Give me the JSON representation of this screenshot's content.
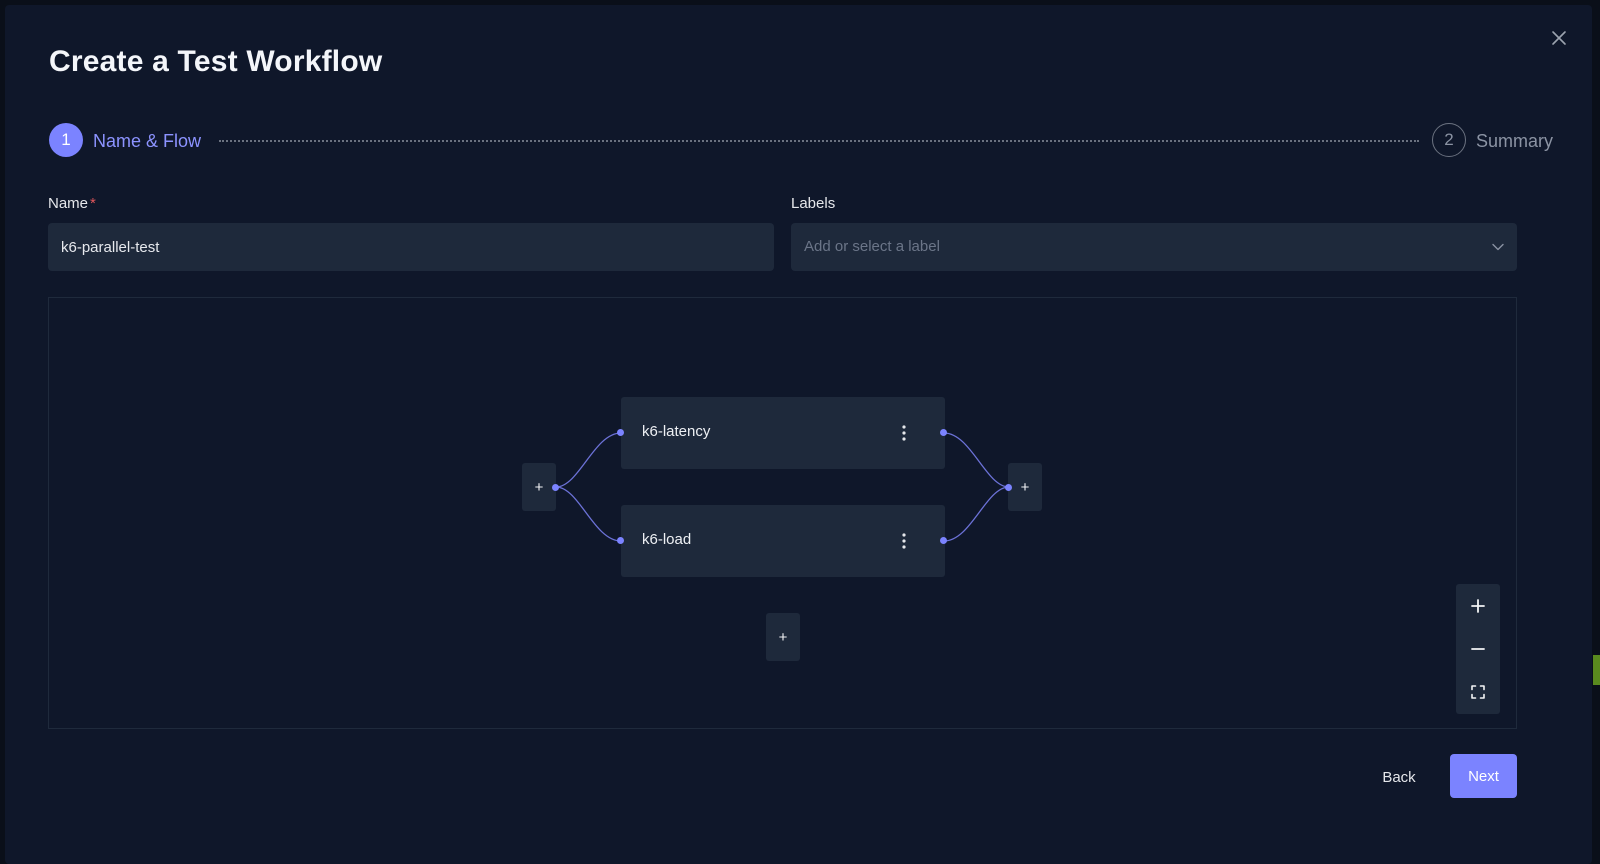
{
  "modal": {
    "title": "Create a Test Workflow",
    "close_icon": "close-icon"
  },
  "stepper": {
    "steps": [
      {
        "number": "1",
        "label": "Name & Flow",
        "state": "active"
      },
      {
        "number": "2",
        "label": "Summary",
        "state": "inactive"
      }
    ]
  },
  "form": {
    "name": {
      "label": "Name",
      "required_mark": "*",
      "value": "k6-parallel-test"
    },
    "labels": {
      "label": "Labels",
      "placeholder": "Add or select a label",
      "icon": "chevron-down-icon"
    }
  },
  "flow": {
    "nodes": [
      {
        "label": "k6-latency",
        "menu_icon": "more-vertical-icon"
      },
      {
        "label": "k6-load",
        "menu_icon": "more-vertical-icon"
      }
    ],
    "add_label": "+",
    "zoom_controls": [
      "zoom-in-icon",
      "zoom-out-icon",
      "fit-view-icon"
    ]
  },
  "footer": {
    "back_label": "Back",
    "next_label": "Next"
  },
  "colors": {
    "accent": "#7b83ff",
    "background": "#0f172a",
    "surface": "#1e293b",
    "required": "#e0565b"
  }
}
